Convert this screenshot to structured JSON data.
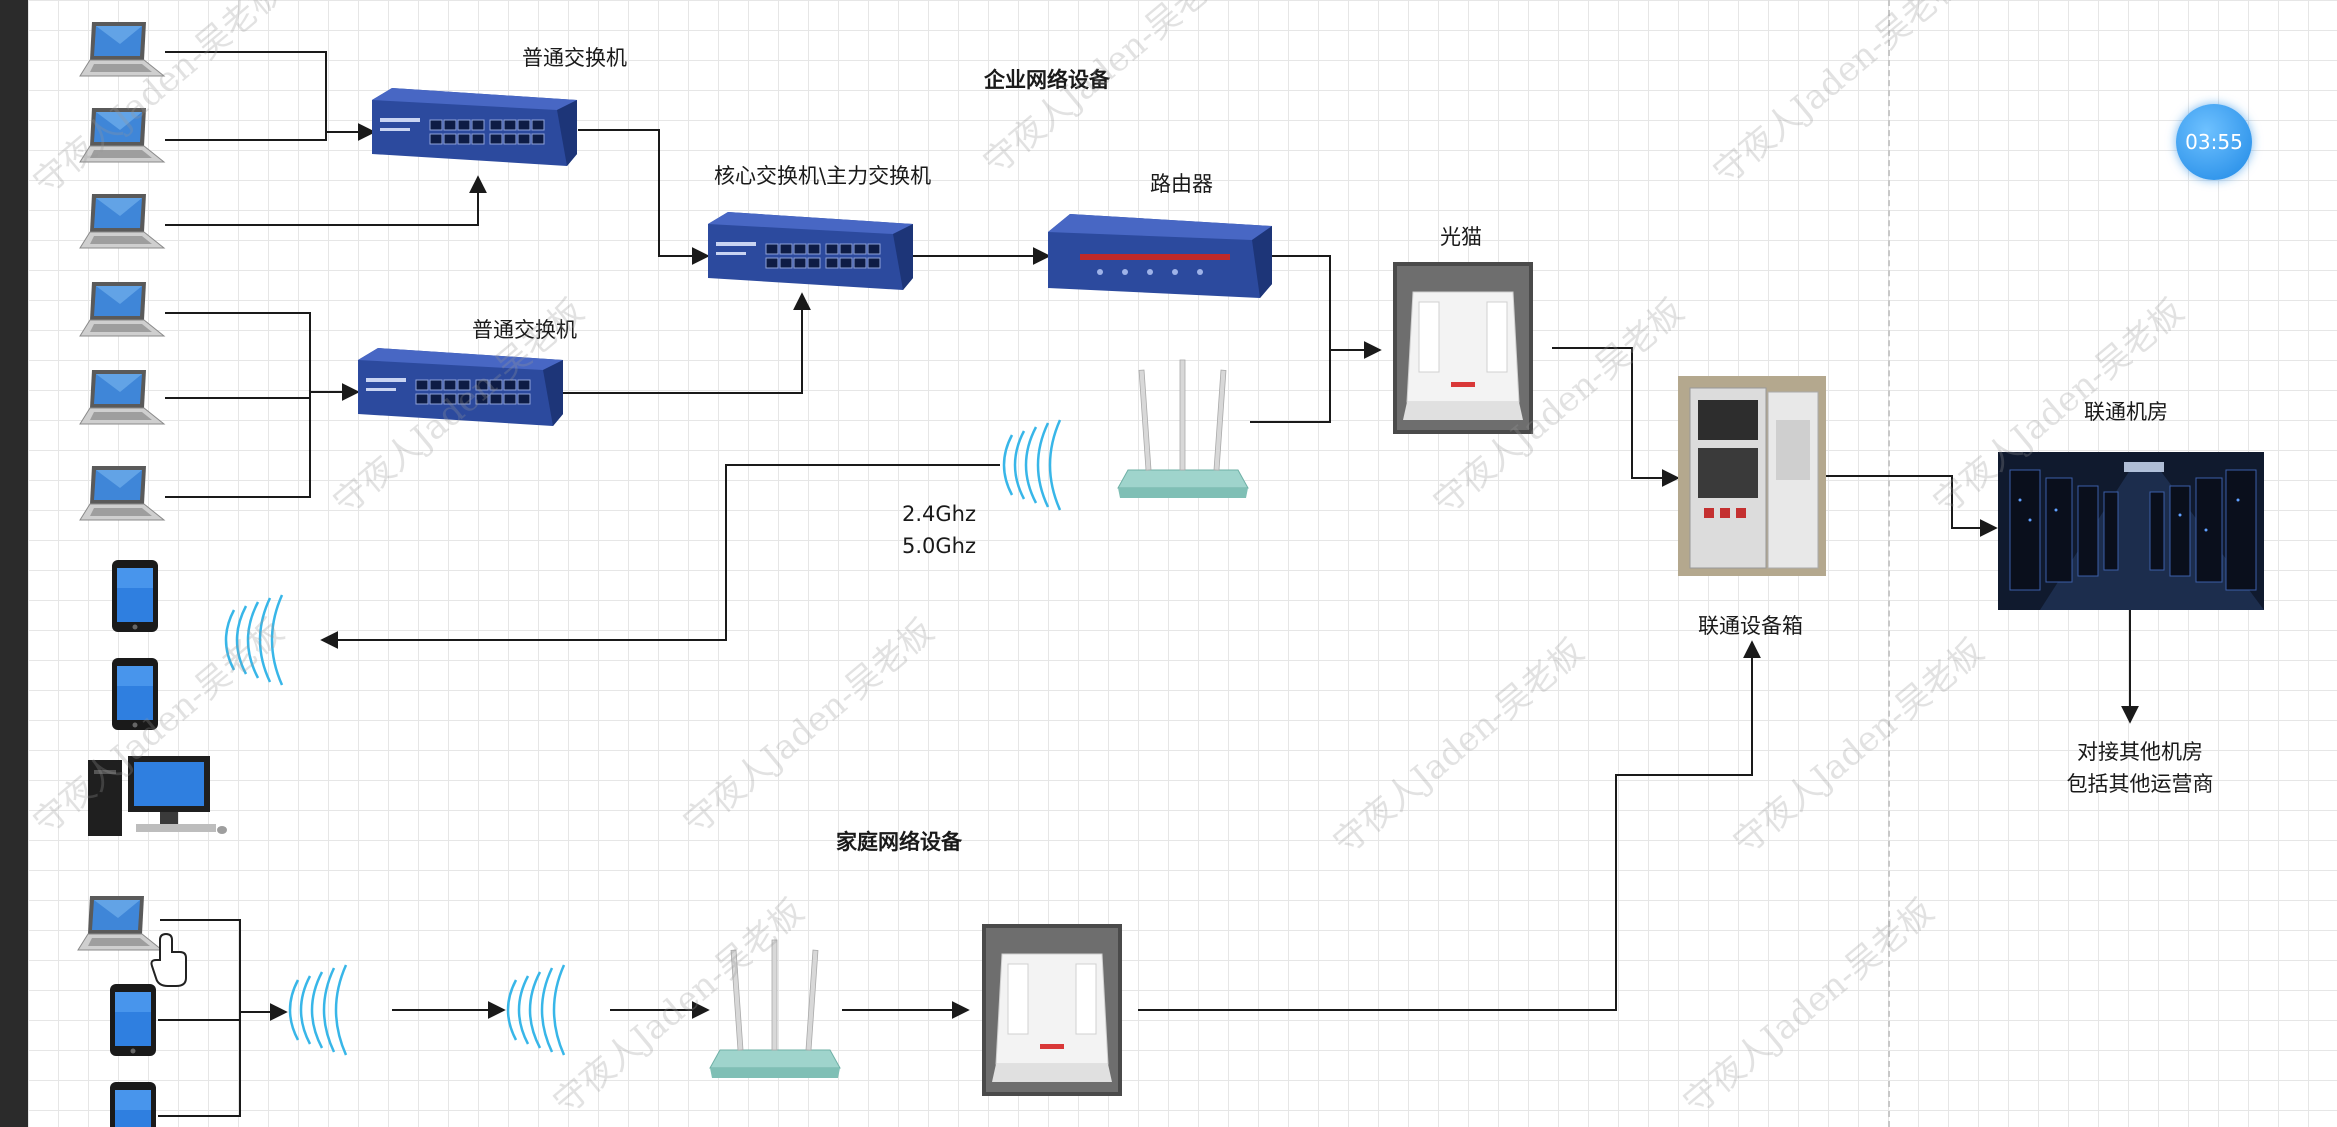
{
  "diagram": {
    "labels": {
      "switch_top": "普通交换机",
      "switch_mid": "普通交换机",
      "enterprise_title": "企业网络设备",
      "core_switch": "核心交换机\\主力交换机",
      "router": "路由器",
      "optical_modem": "光猫",
      "unicom_room": "联通机房",
      "freq_24": "2.4Ghz",
      "freq_50": "5.0Ghz",
      "unicom_box": "联通设备箱",
      "other_rooms_line1": "对接其他机房",
      "other_rooms_line2": "包括其他运营商",
      "home_title": "家庭网络设备"
    },
    "watermark_text": "守夜人Jaden-吴老板"
  },
  "timer": {
    "value": "03:55"
  },
  "colors": {
    "switch_blue": "#2c4a9e",
    "wifi_blue": "#38b6e8",
    "router_teal": "#9fd4cc",
    "timer_blue": "#1e88e5"
  }
}
